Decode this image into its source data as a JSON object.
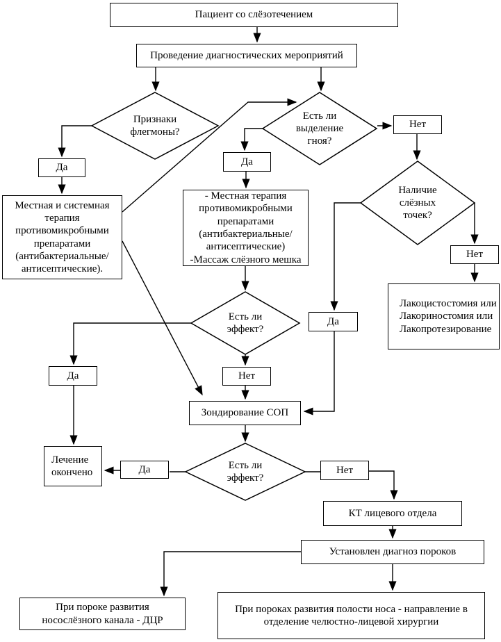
{
  "colors": {
    "line": "#000000",
    "background": "#ffffff",
    "node_fill": "#ffffff"
  },
  "nodes": {
    "patient": {
      "label": "Пациент со слёзотечением"
    },
    "diagnostics": {
      "label": "Проведение диагностических мероприятий"
    },
    "phlegmon_signs": {
      "label": "Признаки\nфлегмоны?"
    },
    "pus_discharge": {
      "label": "Есть ли\nвыделение\nгноя?"
    },
    "lacrimal_points": {
      "label": "Наличие\nслёзных\nточек?"
    },
    "yes_phlegmon": {
      "label": "Да"
    },
    "local_systemic_therapy": {
      "label": "Местная и системная\nтерапия\nпротивомикробными\nпрепаратами\n(антибактериальные/\nантисептические)."
    },
    "yes_pus": {
      "label": "Да"
    },
    "local_therapy_massage": {
      "label": "- Местная терапия\nпротивомикробными\nпрепаратами\n(антибактериальные/\nантисептические)\n-Массаж слёзного мешка"
    },
    "no_pus": {
      "label": "Нет"
    },
    "no_lacrimal_points": {
      "label": "Нет"
    },
    "lacrimal_surgery": {
      "label": "Лакоцистостомия или\nЛакориностомия или\nЛакопротезирование"
    },
    "yes_lacrimal_points": {
      "label": "Да"
    },
    "effect_after_therapy": {
      "label": "Есть ли\nэффект?"
    },
    "no_effect_after_therapy": {
      "label": "Нет"
    },
    "probing": {
      "label": "Зондирование СОП"
    },
    "yes_effect_after_therapy": {
      "label": "Да"
    },
    "treatment_finished": {
      "label": "Лечение\nокончено"
    },
    "yes_effect_after_probing": {
      "label": "Да"
    },
    "effect_after_probing": {
      "label": "Есть ли\nэффект?"
    },
    "no_effect_after_probing": {
      "label": "Нет"
    },
    "ct_facial": {
      "label": "КТ лицевого отдела"
    },
    "diagnosis_established": {
      "label": "Установлен диагноз пороков"
    },
    "nasolacrimal_duct_dcr": {
      "label": "При пороке развития\nносослёзного канала - ДЦР"
    },
    "nasal_cavity_surgery": {
      "label": "При пороках развития полости носа - направление в\nотделение челюстно-лицевой хирургии"
    }
  }
}
